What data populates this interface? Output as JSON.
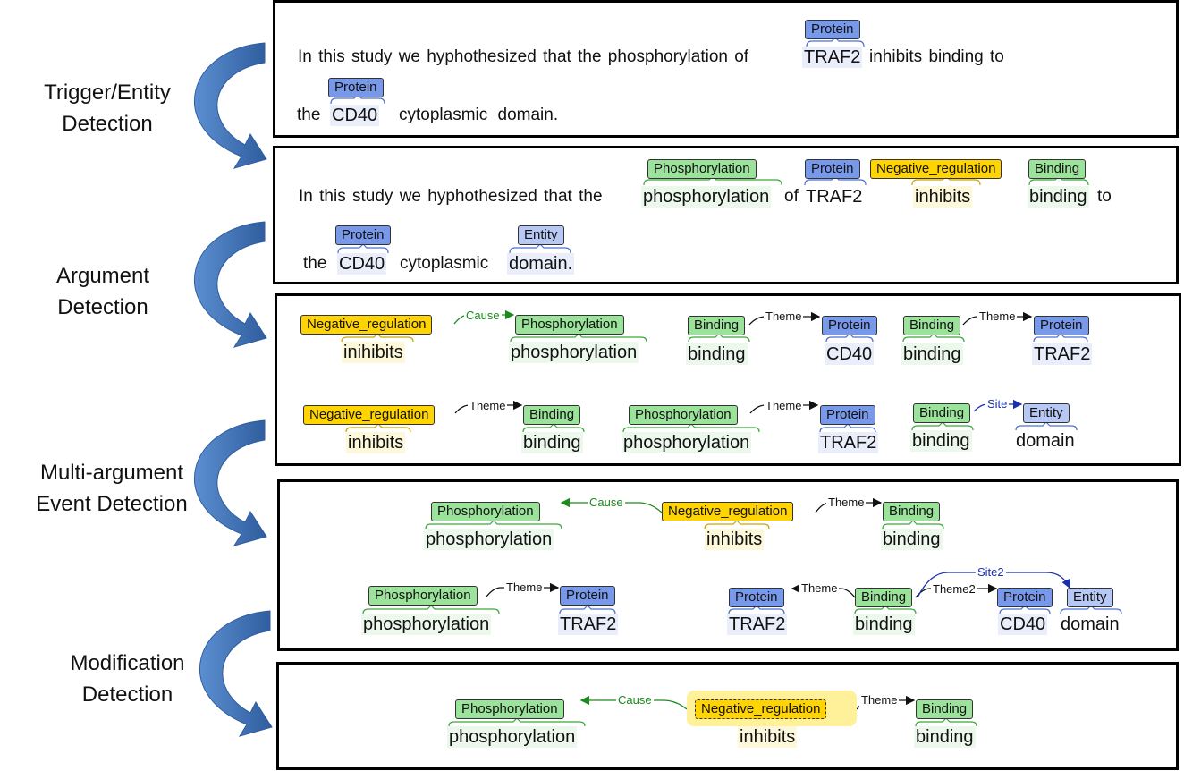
{
  "stages": [
    "Trigger/Entity\nDetection",
    "Argument\nDetection",
    "Multi-argument\nEvent Detection",
    "Modification\nDetection"
  ],
  "p1": {
    "line1": [
      "In",
      "this",
      "study",
      "we",
      "hyphothesized",
      "that",
      "the",
      "phosphorylation",
      "of"
    ],
    "traf2": "TRAF2",
    "line1b": [
      "inhibits",
      "binding",
      "to"
    ],
    "the": "the",
    "cd40": "CD40",
    "tail": [
      "cytoplasmic",
      "domain."
    ],
    "protein": "Protein"
  },
  "p2": {
    "line1": [
      "In",
      "this",
      "study",
      "we",
      "hyphothesized",
      "that",
      "the"
    ],
    "phos": "phosphorylation",
    "of": "of",
    "traf2": "TRAF2",
    "inhibits": "inhibits",
    "binding": "binding",
    "to": "to",
    "the": "the",
    "cd40": "CD40",
    "cytoplasmic": "cytoplasmic",
    "domain": "domain.",
    "labels": {
      "phosphorylation": "Phosphorylation",
      "protein": "Protein",
      "negreg": "Negative_regulation",
      "binding": "Binding",
      "entity": "Entity"
    }
  },
  "p3": {
    "negreg": "Negative_regulation",
    "phosphorylation": "Phosphorylation",
    "binding": "Binding",
    "protein": "Protein",
    "entity": "Entity",
    "w_inihibits": "inihibits",
    "w_inhibits": "inhibits",
    "w_phos": "phosphorylation",
    "w_binding": "binding",
    "w_cd40": "CD40",
    "w_traf2": "TRAF2",
    "w_domain": "domain",
    "cause": "Cause",
    "theme": "Theme",
    "site": "Site"
  },
  "p4": {
    "phosphorylation": "Phosphorylation",
    "negreg": "Negative_regulation",
    "binding": "Binding",
    "protein": "Protein",
    "entity": "Entity",
    "w_phos": "phosphorylation",
    "w_inhibits": "inhibits",
    "w_binding": "binding",
    "w_traf2": "TRAF2",
    "w_cd40": "CD40",
    "w_domain": "domain",
    "cause": "Cause",
    "theme": "Theme",
    "theme2": "Theme2",
    "site2": "Site2"
  },
  "p5": {
    "phosphorylation": "Phosphorylation",
    "negreg": "Negative_regulation",
    "binding": "Binding",
    "w_phos": "phosphorylation",
    "w_inhibits": "inhibits",
    "w_binding": "binding",
    "cause": "Cause",
    "theme": "Theme"
  },
  "colors": {
    "protein": "#7898ea",
    "entity": "#b8c8f4",
    "event": "#9be29b",
    "regulation": "#ffd400",
    "cause_arc": "#1c8a1c",
    "site_arc": "#1a2fb0",
    "stage_arrow": "#3c6db0"
  }
}
